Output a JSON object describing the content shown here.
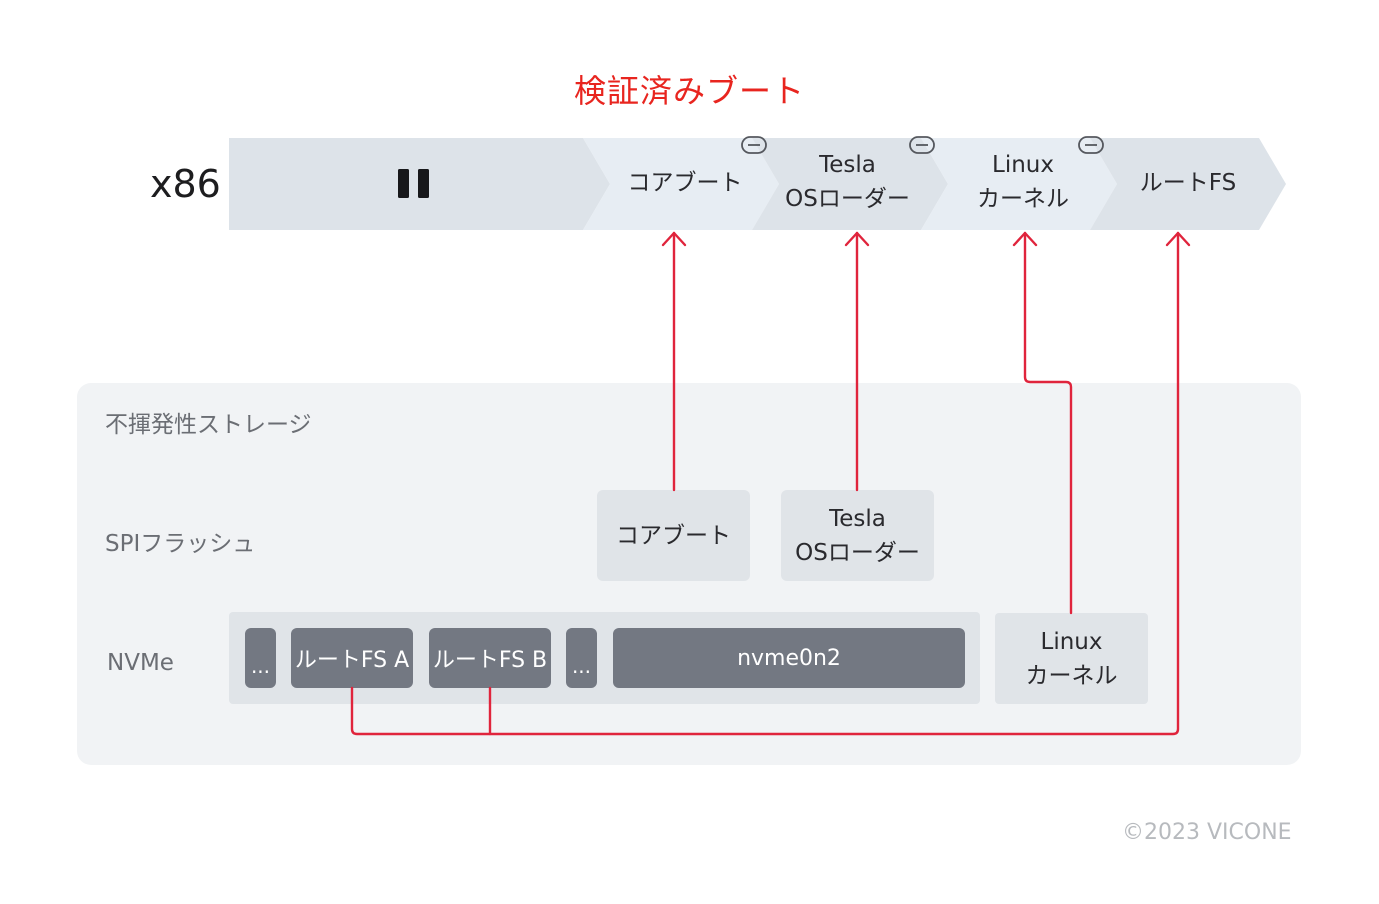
{
  "title": "検証済みブート",
  "pipeline": {
    "label": "x86",
    "stages": [
      {
        "line1": "コアブート",
        "line2": ""
      },
      {
        "line1": "Tesla",
        "line2": "OSローダー"
      },
      {
        "line1": "Linux",
        "line2": "カーネル"
      },
      {
        "line1": "ルートFS",
        "line2": ""
      }
    ]
  },
  "storage": {
    "title": "不揮発性ストレージ",
    "spi": {
      "label": "SPIフラッシュ",
      "items": [
        {
          "line1": "コアブート",
          "line2": ""
        },
        {
          "line1": "Tesla",
          "line2": "OSローダー"
        }
      ]
    },
    "nvme": {
      "label": "NVMe",
      "partitions": [
        "...",
        "ルートFS A",
        "ルートFS B",
        "...",
        "nvme0n2"
      ],
      "kernel": {
        "line1": "Linux",
        "line2": "カーネル"
      }
    }
  },
  "copyright": "©2023 VICONE",
  "colors": {
    "accent": "#e8251f",
    "arrow": "#e0243c",
    "stage_dark": "#dde3e9",
    "stage_light": "#e7edf3",
    "partition": "#737882"
  }
}
